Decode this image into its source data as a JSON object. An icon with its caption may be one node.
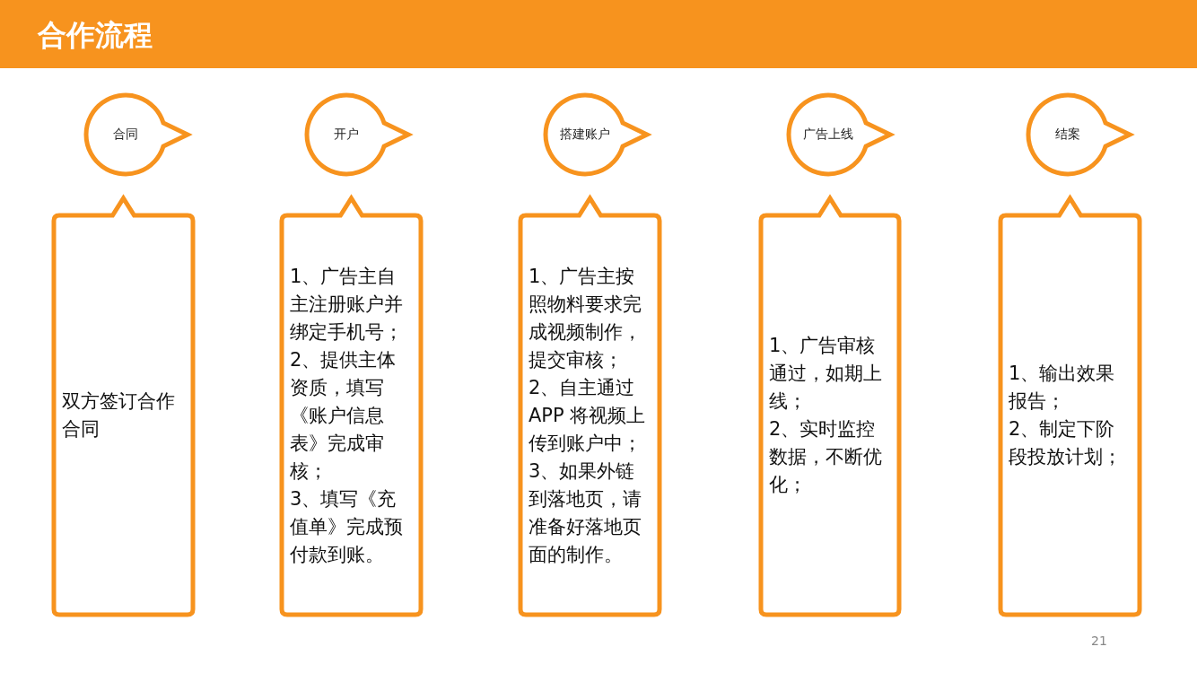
{
  "diagram": {
    "title": "合作流程",
    "nodes": [
      {
        "text": [
          "合同"
        ]
      },
      {
        "text": [
          "开户"
        ]
      },
      {
        "text": [
          "搭建账户"
        ]
      },
      {
        "text": [
          "广告上线"
        ]
      },
      {
        "text": [
          "结案"
        ]
      },
      {
        "text": [
          "双方签订合作合同"
        ]
      },
      {
        "text": [
          "1、广告主自主注册账户并绑定手机号；",
          "2、提供主体资质，填写《账户信息表》完成审核；",
          "3、填写《充值单》完成预付款到账。"
        ]
      },
      {
        "text": [
          "1、广告主按照物料要求完成视频制作，提交审核；",
          "2、自主通过 APP 将视频上传到账户中；",
          "3、如果外链到落地页，请准备好落地页面的制作。"
        ]
      },
      {
        "text": [
          "1、广告审核通过，如期上线；",
          "2、实时监控数据，不断优化；"
        ]
      },
      {
        "text": [
          "1、输出效果报告；",
          "2、制定下阶段投放计划；"
        ]
      }
    ],
    "edges": [],
    "labels": [
      "21"
    ]
  }
}
